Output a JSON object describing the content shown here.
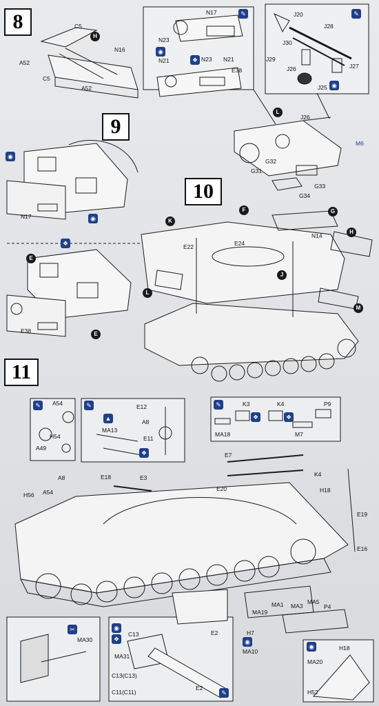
{
  "steps": {
    "s8": "8",
    "s9": "9",
    "s10": "10",
    "s11": "11"
  },
  "callout_letters": {
    "H": "H",
    "L": "L",
    "E": "E",
    "K": "K",
    "F": "F",
    "G": "G",
    "J": "J",
    "M": "M"
  },
  "step8_parts": {
    "C5a": "C5",
    "A52a": "A52",
    "C5b": "C5",
    "N16": "N16",
    "A52b": "A52",
    "N17": "N17",
    "N23a": "N23",
    "N21a": "N21",
    "N23b": "N23",
    "N21b": "N21",
    "E38": "E38",
    "J20": "J20",
    "J28": "J28",
    "J30": "J30",
    "J29": "J29",
    "J26a": "J26",
    "J27": "J27",
    "J25": "J25",
    "J26b": "J26",
    "M6": "M6",
    "G32": "G32",
    "G31": "G31",
    "G33": "G33",
    "G34": "G34"
  },
  "step9_parts": {
    "N17": "N17",
    "E38": "E38"
  },
  "step10_parts": {
    "E22": "E22",
    "E24": "E24",
    "N14": "N14"
  },
  "step11_parts": {
    "A54a": "A54",
    "H54": "H54",
    "A49": "A49",
    "E12": "E12",
    "MA13": "MA13",
    "A8a": "A8",
    "E11": "E11",
    "K3": "K3",
    "K4a": "K4",
    "P9": "P9",
    "MA18": "MA18",
    "M7": "M7",
    "E7": "E7",
    "A8b": "A8",
    "E18": "E18",
    "E3": "E3",
    "K4b": "K4",
    "E20": "E20",
    "H18a": "H18",
    "H56": "H56",
    "A54b": "A54",
    "E19": "E19",
    "E16": "E16",
    "MA1": "MA1",
    "MA3": "MA3",
    "MA5": "MA5",
    "P4": "P4",
    "MA19": "MA19",
    "E2a": "E2",
    "H7": "H7",
    "MA10": "MA10",
    "MA30": "MA30",
    "C13a": "C13",
    "MA31": "MA31",
    "C13b": "C13(C13)",
    "C11": "C11(C11)",
    "E2b": "E2",
    "MA20": "MA20",
    "H18b": "H18",
    "H52": "H52"
  },
  "icon_names": [
    "glue-icon",
    "paint-icon",
    "photo-etch-icon",
    "cut-icon",
    "alternate-icon"
  ],
  "colors": {
    "tool_blue": "#1f3f8a",
    "ink": "#111111",
    "paper": "#e6e7ea"
  }
}
